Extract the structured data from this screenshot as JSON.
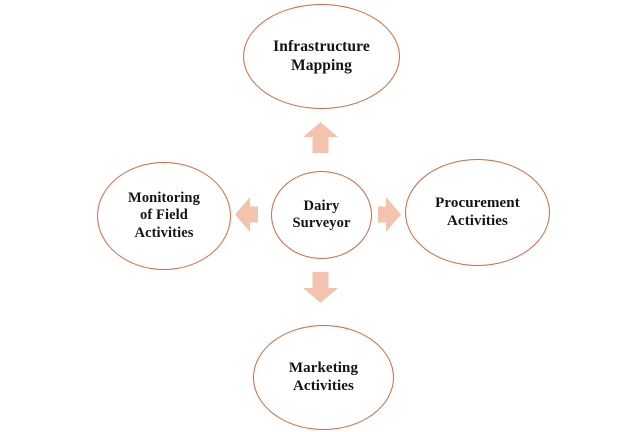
{
  "diagram": {
    "title": "Dairy Surveyor role diagram",
    "colors": {
      "node_stroke": "#d2693f",
      "arrow_fill": "#f4c3b0",
      "text": "#141414",
      "background": "#ffffff"
    },
    "center": {
      "id": "dairy-surveyor",
      "label": "Dairy\nSurveyor"
    },
    "branches": [
      {
        "id": "infrastructure-mapping",
        "label": "Infrastructure\nMapping",
        "position": "top",
        "arrow": "arrow-up"
      },
      {
        "id": "monitoring-of-field-activities",
        "label": "Monitoring\nof Field\nActivities",
        "position": "left",
        "arrow": "arrow-left"
      },
      {
        "id": "procurement-activities",
        "label": "Procurement\nActivities",
        "position": "right",
        "arrow": "arrow-right"
      },
      {
        "id": "marketing-activities",
        "label": "Marketing\nActivities",
        "position": "bottom",
        "arrow": "arrow-down"
      }
    ]
  }
}
